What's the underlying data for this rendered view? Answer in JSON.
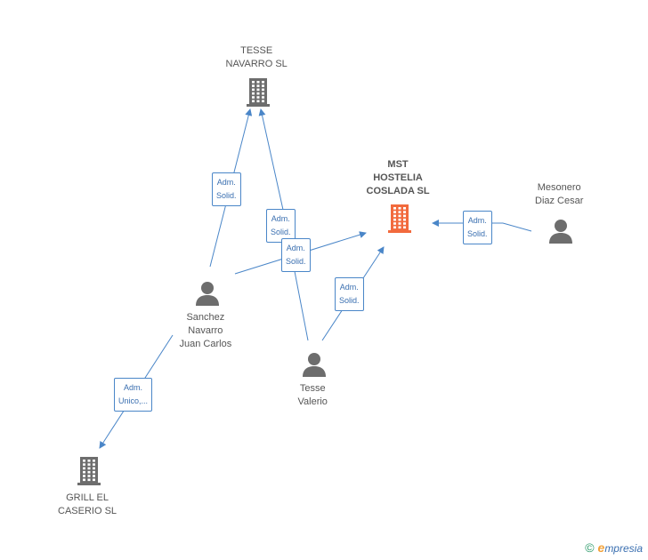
{
  "nodes": [
    {
      "id": "tesse-navarro",
      "type": "company",
      "lines": [
        "TESSE",
        "NAVARRO SL"
      ],
      "highlight": false
    },
    {
      "id": "mst-hostelia",
      "type": "company",
      "lines": [
        "MST",
        "HOSTELIA",
        "COSLADA SL"
      ],
      "highlight": true
    },
    {
      "id": "mesonero",
      "type": "person",
      "lines": [
        "Mesonero",
        "Diaz Cesar"
      ]
    },
    {
      "id": "sanchez",
      "type": "person",
      "lines": [
        "Sanchez",
        "Navarro",
        "Juan Carlos"
      ]
    },
    {
      "id": "tesse-valerio",
      "type": "person",
      "lines": [
        "Tesse",
        "Valerio"
      ]
    },
    {
      "id": "grill",
      "type": "company",
      "lines": [
        "GRILL EL",
        "CASERIO SL"
      ],
      "highlight": false
    }
  ],
  "edges": [
    {
      "from": "sanchez",
      "to": "tesse-navarro",
      "label": [
        "Adm.",
        "Solid."
      ]
    },
    {
      "from": "tesse-valerio",
      "to": "tesse-navarro",
      "label": [
        "Adm.",
        "Solid."
      ]
    },
    {
      "from": "sanchez",
      "to": "mst-hostelia",
      "label": [
        "Adm.",
        "Solid."
      ]
    },
    {
      "from": "tesse-valerio",
      "to": "mst-hostelia",
      "label": [
        "Adm.",
        "Solid."
      ]
    },
    {
      "from": "mesonero",
      "to": "mst-hostelia",
      "label": [
        "Adm.",
        "Solid."
      ]
    },
    {
      "from": "sanchez",
      "to": "grill",
      "label": [
        "Adm.",
        "Unico,..."
      ]
    }
  ],
  "colors": {
    "company": "#6d6d6d",
    "highlight": "#f26a3d",
    "person": "#6d6d6d",
    "edge": "#4a86c8"
  },
  "icons": {
    "company": "building-icon",
    "person": "person-icon"
  },
  "brand": {
    "copyright": "©",
    "e": "e",
    "rest": "mpresia"
  }
}
